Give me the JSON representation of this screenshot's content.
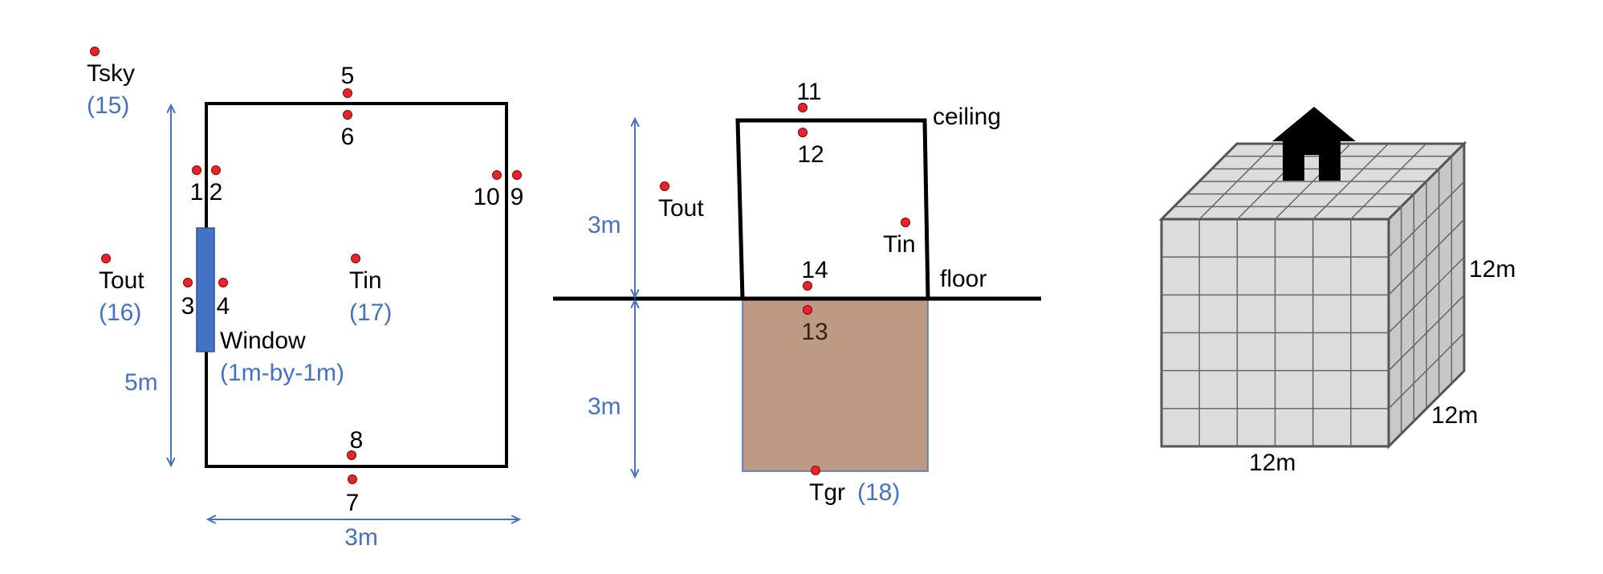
{
  "colors": {
    "line": "#000000",
    "accent_blue": "#4472c4",
    "node_red": "#e3262b",
    "soil": "#be9a85",
    "grid_face": "#dcdcdc",
    "grid_line": "#666666"
  },
  "plan_view": {
    "tsky": "Tsky",
    "tsky_index": "(15)",
    "tout": "Tout",
    "tout_index": "(16)",
    "tin": "Tin",
    "tin_index": "(17)",
    "node_1": "1",
    "node_2": "2",
    "node_3": "3",
    "node_4": "4",
    "node_5": "5",
    "node_6": "6",
    "node_7": "7",
    "node_8": "8",
    "node_9": "9",
    "node_10": "10",
    "window_label": "Window",
    "window_size": "(1m-by-1m)",
    "height_dim": "5m",
    "width_dim": "3m"
  },
  "section_view": {
    "tout": "Tout",
    "tin": "Tin",
    "node_11": "11",
    "node_12": "12",
    "node_13": "13",
    "node_14": "14",
    "ceiling": "ceiling",
    "floor": "floor",
    "height_above": "3m",
    "depth_below": "3m",
    "tgr": "Tgr",
    "tgr_index": "(18)"
  },
  "cube_view": {
    "width": "12m",
    "depth": "12m",
    "height": "12m",
    "house_icon": "house-icon"
  }
}
